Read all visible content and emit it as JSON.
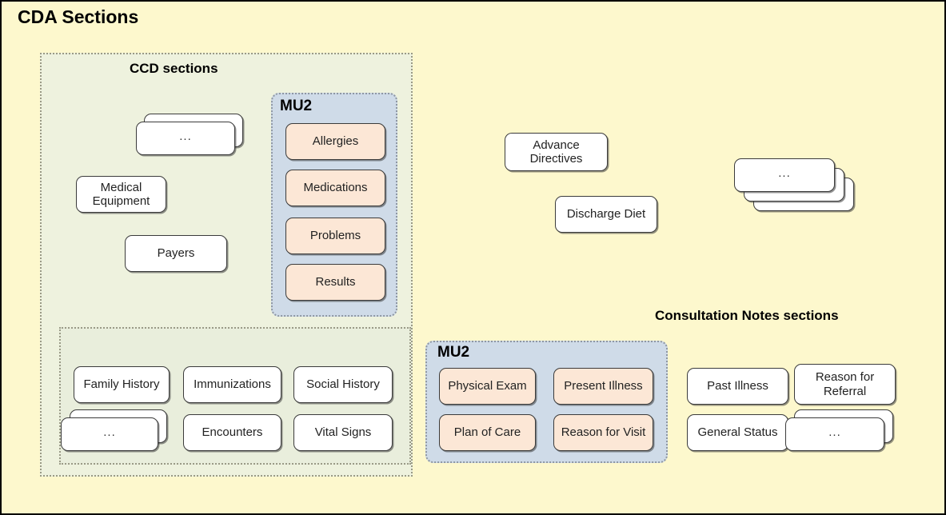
{
  "diagram": {
    "title": "CDA Sections",
    "background_color": "#fdf8cd",
    "groups": {
      "ccd": {
        "label": "CCD sections",
        "fill": "#eef2de",
        "mu2_label": "MU2",
        "mu2_fill": "#cfdbe8",
        "mu2_sections": [
          "Allergies",
          "Medications",
          "Problems",
          "Results"
        ],
        "sections_upper": [
          "Medical Equipment",
          "Payers"
        ],
        "sections_lower": [
          "Family History",
          "Immunizations",
          "Social History",
          "Encounters",
          "Vital Signs"
        ],
        "ellipsis": "..."
      },
      "consultation": {
        "label": "Consultation Notes sections",
        "fill": "#ebeaf2",
        "mu2_label": "MU2",
        "mu2_fill": "#cfdbe8",
        "mu2_sections": [
          "Physical Exam",
          "Present Illness",
          "Plan of Care",
          "Reason for Visit"
        ],
        "sections": [
          "Past Illness",
          "Reason for Referral",
          "General Status"
        ],
        "ellipsis": "..."
      },
      "shared": {
        "sections": [
          "Advance Directives",
          "Discharge Diet"
        ],
        "ellipsis": "..."
      }
    },
    "section_fill_plain": "#ffffff",
    "section_fill_mu2": "#fce7d6"
  }
}
